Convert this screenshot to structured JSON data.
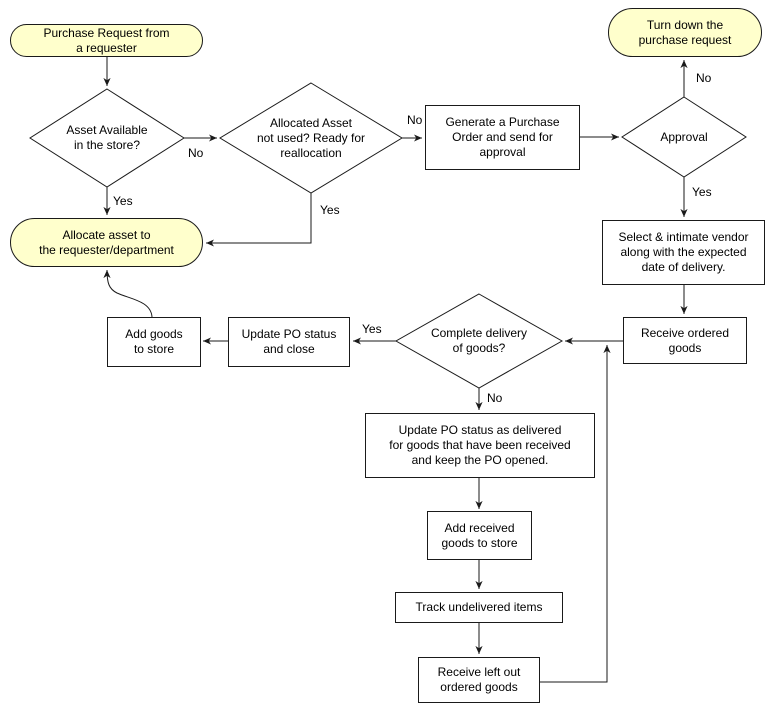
{
  "nodes": {
    "purchase_request": {
      "type": "terminator",
      "label": "Purchase Request from\na requester"
    },
    "turn_down": {
      "type": "terminator",
      "label": "Turn down the\npurchase request"
    },
    "asset_available": {
      "type": "decision",
      "label": "Asset Available\nin the store?"
    },
    "reallocation": {
      "type": "decision",
      "label": "Allocated Asset\nnot used? Ready for\nreallocation"
    },
    "generate_po": {
      "type": "process",
      "label": "Generate a Purchase\nOrder and send for\napproval"
    },
    "approval": {
      "type": "decision",
      "label": "Approval"
    },
    "select_vendor": {
      "type": "process",
      "label": "Select & intimate vendor\nalong with the expected\ndate of delivery."
    },
    "allocate_asset": {
      "type": "terminator",
      "label": "Allocate asset to\nthe requester/department"
    },
    "receive_goods": {
      "type": "process",
      "label": "Receive ordered\ngoods"
    },
    "complete_delivery": {
      "type": "decision",
      "label": "Complete delivery\nof goods?"
    },
    "update_po_close": {
      "type": "process",
      "label": "Update PO status\nand close"
    },
    "add_goods_store": {
      "type": "process",
      "label": "Add goods\nto store"
    },
    "update_po_delivered": {
      "type": "process",
      "label": "Update PO status as delivered\nfor goods that have been received\nand keep the PO opened."
    },
    "add_received_goods": {
      "type": "process",
      "label": "Add received\ngoods to store"
    },
    "track_undelivered": {
      "type": "process",
      "label": "Track undelivered items"
    },
    "receive_left_out": {
      "type": "process",
      "label": "Receive left out\nordered goods"
    }
  },
  "edge_labels": {
    "asset_no": "No",
    "asset_yes": "Yes",
    "realloc_no": "No",
    "realloc_yes": "Yes",
    "approval_no": "No",
    "approval_yes": "Yes",
    "delivery_yes": "Yes",
    "delivery_no": "No"
  },
  "colors": {
    "background": "#FFFFFF",
    "terminator_fill": "#FFFFCC",
    "process_fill": "#FFFFFF",
    "line": "#1A1A1A",
    "text": "#000000"
  }
}
